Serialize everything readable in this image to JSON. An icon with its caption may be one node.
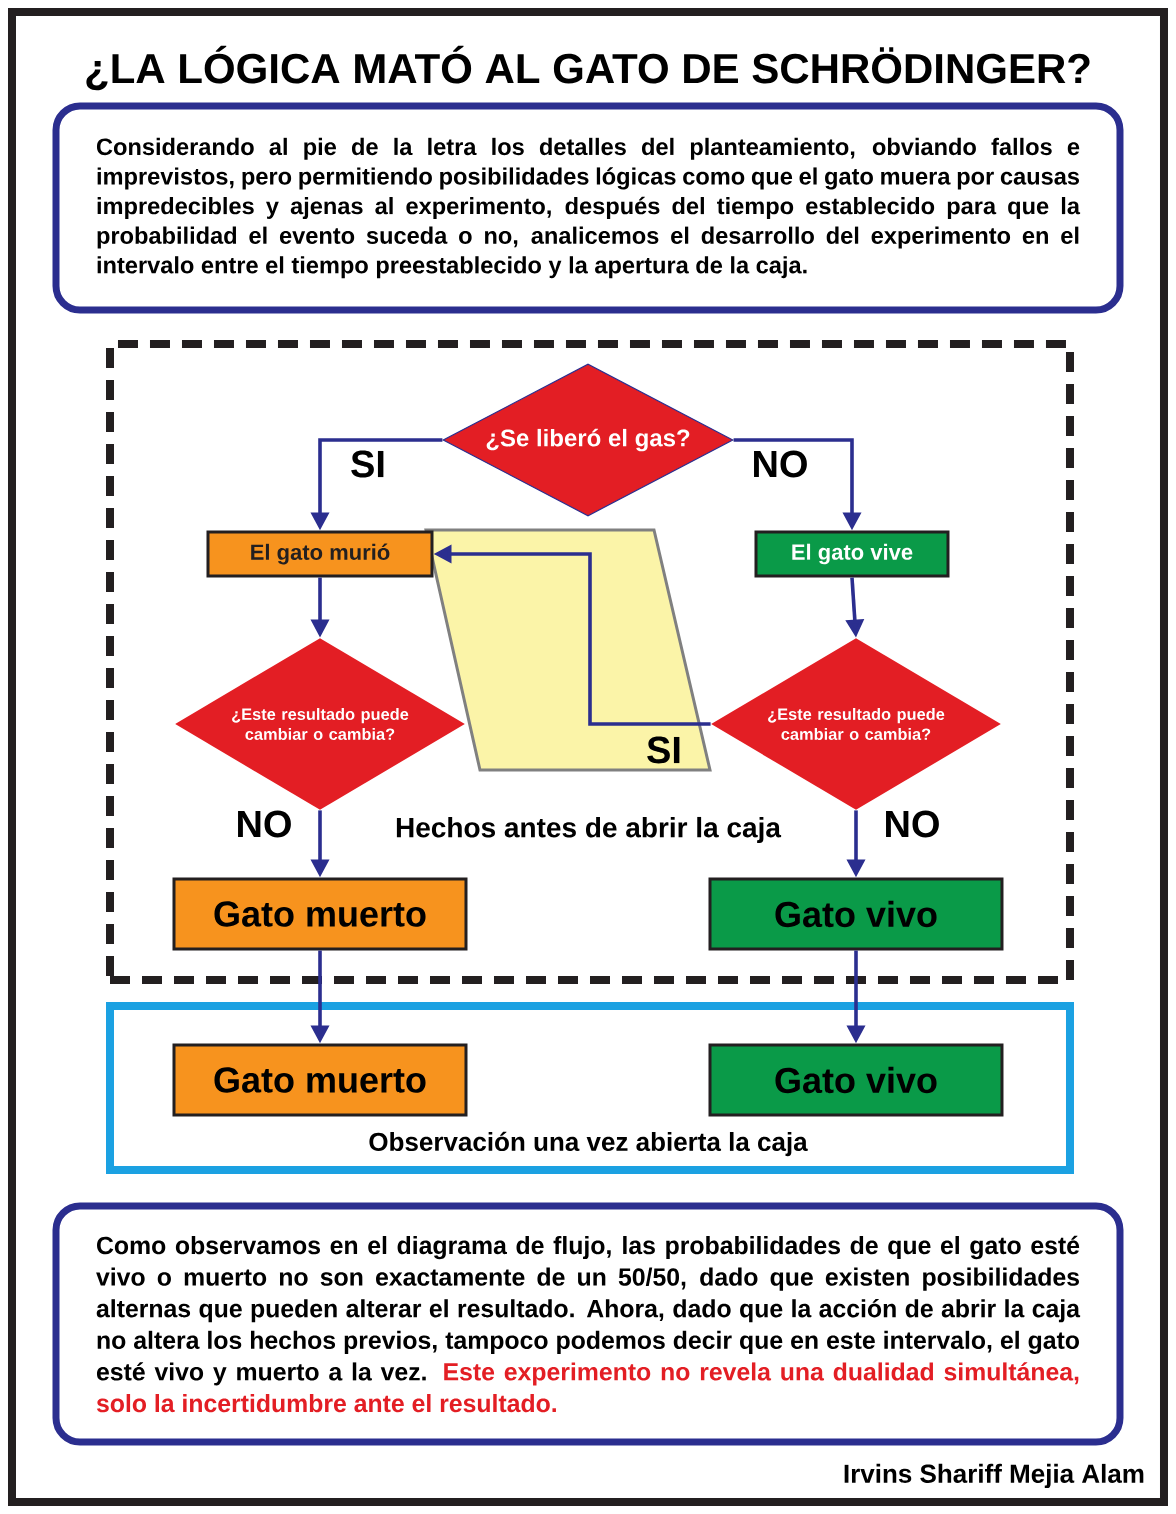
{
  "diagram": {
    "title": "¿LA LÓGICA MATÓ AL GATO DE SCHRÖDINGER?",
    "nodes": [
      {
        "text": [
          "Considerando al pie de la letra los detalles del planteamiento, obviando fallos e imprevistos, pero permitiendo posibilidades lógicas como que el gato muera por causas impredecibles y ajenas al experimento, después del tiempo establecido para que la probabilidad el evento suceda o no, analicemos el desarrollo del experimento en el intervalo entre el tiempo preestablecido y la apertura de la caja."
        ]
      },
      {
        "text": [
          "Hechos antes de abrir la caja"
        ]
      },
      {
        "text": [
          "¿Se liberó el gas?"
        ],
        "in": 1
      },
      {
        "text": [
          "El gato murió"
        ],
        "in": 1
      },
      {
        "text": [
          "El gato vive"
        ],
        "in": 1
      },
      {
        "text": [
          "¿Este resultado puede cambiar o cambia?"
        ],
        "in": 1
      },
      {
        "text": [
          "¿Este resultado puede cambiar o cambia?"
        ],
        "in": 1
      },
      {
        "text": [
          "Gato muerto"
        ],
        "in": 1
      },
      {
        "text": [
          "Gato vivo"
        ],
        "in": 1
      },
      {
        "text": [
          "Observación una vez abierta la caja"
        ]
      },
      {
        "text": [
          "Gato muerto"
        ],
        "in": 9
      },
      {
        "text": [
          "Gato vivo"
        ],
        "in": 9
      },
      {
        "text": [
          "Como observamos en el diagrama de flujo, las probabilidades de que el gato esté vivo o muerto no son exactamente de un 50/50, dado que existen posibilidades alternas que pueden alterar el resultado. Ahora, dado que la acción de abrir la caja no altera los hechos previos, tampoco podemos decir que en este intervalo, el gato esté vivo y muerto a la vez.",
          "Este experimento no revela una dualidad simultánea, solo la incertidumbre ante el resultado."
        ]
      }
    ],
    "edges": [
      {
        "from": 2,
        "to": 3,
        "arrow": "to",
        "label": "SI"
      },
      {
        "from": 2,
        "to": 4,
        "arrow": "to",
        "label": "NO"
      },
      {
        "from": 3,
        "to": 5,
        "arrow": "to"
      },
      {
        "from": 4,
        "to": 6,
        "arrow": "to"
      },
      {
        "from": 6,
        "to": 3,
        "arrow": "to",
        "label": "SI"
      },
      {
        "from": 5,
        "to": 7,
        "arrow": "to",
        "label": "NO"
      },
      {
        "from": 6,
        "to": 8,
        "arrow": "to",
        "label": "NO"
      },
      {
        "from": 7,
        "to": 10,
        "arrow": "to"
      },
      {
        "from": 8,
        "to": 11,
        "arrow": "to"
      }
    ],
    "labels": [
      "Irvins Shariff Mejia Alam"
    ]
  }
}
